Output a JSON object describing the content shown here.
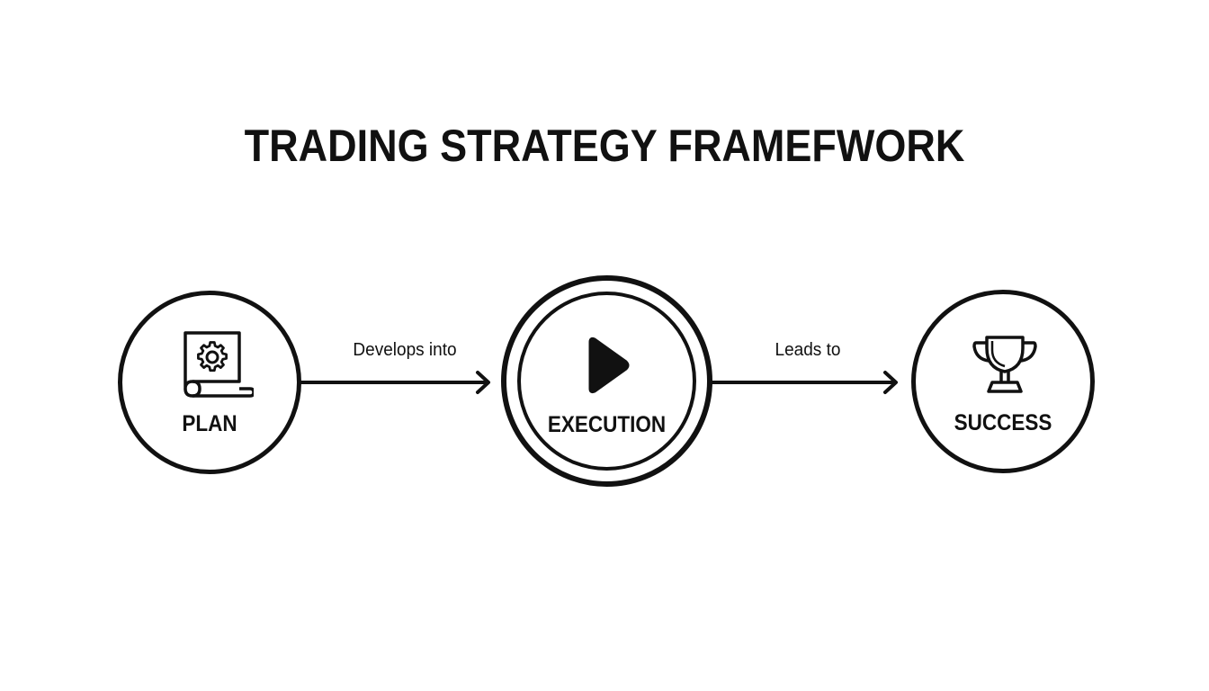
{
  "title": "TRADING STRATEGY FRAMEFWORK",
  "nodes": [
    {
      "id": "plan",
      "label": "PLAN",
      "icon": "document-gear-icon"
    },
    {
      "id": "execution",
      "label": "EXECUTION",
      "icon": "play-icon"
    },
    {
      "id": "success",
      "label": "SUCCESS",
      "icon": "trophy-icon"
    }
  ],
  "edges": [
    {
      "from": "plan",
      "to": "execution",
      "label": "Develops into"
    },
    {
      "from": "execution",
      "to": "success",
      "label": "Leads to"
    }
  ],
  "colors": {
    "ink": "#111111",
    "background": "#ffffff"
  }
}
